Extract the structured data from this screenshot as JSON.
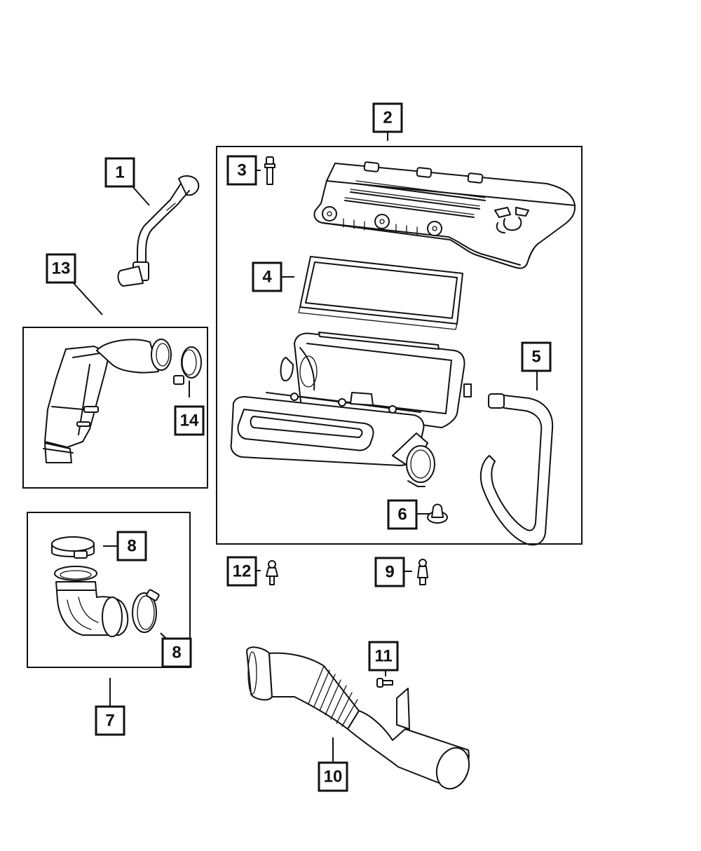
{
  "diagram": {
    "type": "exploded-parts-view",
    "subject": "Air cleaner / air intake assembly",
    "callouts": [
      {
        "id": "1",
        "part": "PCV / breather hose"
      },
      {
        "id": "2",
        "part": "Air cleaner assembly (boxed group)"
      },
      {
        "id": "3",
        "part": "Bolt"
      },
      {
        "id": "4",
        "part": "Air filter element"
      },
      {
        "id": "5",
        "part": "Hose"
      },
      {
        "id": "6",
        "part": "Grommet"
      },
      {
        "id": "7",
        "part": "Air inlet duct kit (boxed group)"
      },
      {
        "id": "8a",
        "label": "8",
        "part": "Hose clamp (upper)"
      },
      {
        "id": "8b",
        "label": "8",
        "part": "Hose clamp (lower)"
      },
      {
        "id": "9",
        "part": "Stud"
      },
      {
        "id": "10",
        "part": "Air inlet duct"
      },
      {
        "id": "11",
        "part": "Bolt"
      },
      {
        "id": "12",
        "part": "Stud"
      },
      {
        "id": "13",
        "part": "Clean air duct assembly (boxed group)"
      },
      {
        "id": "14",
        "part": "Hose clamp"
      }
    ],
    "labels": {
      "c1": "1",
      "c2": "2",
      "c3": "3",
      "c4": "4",
      "c5": "5",
      "c6": "6",
      "c7": "7",
      "c8a": "8",
      "c8b": "8",
      "c9": "9",
      "c10": "10",
      "c11": "11",
      "c12": "12",
      "c13": "13",
      "c14": "14"
    },
    "colors": {
      "line": "#111111",
      "background": "#ffffff"
    }
  }
}
